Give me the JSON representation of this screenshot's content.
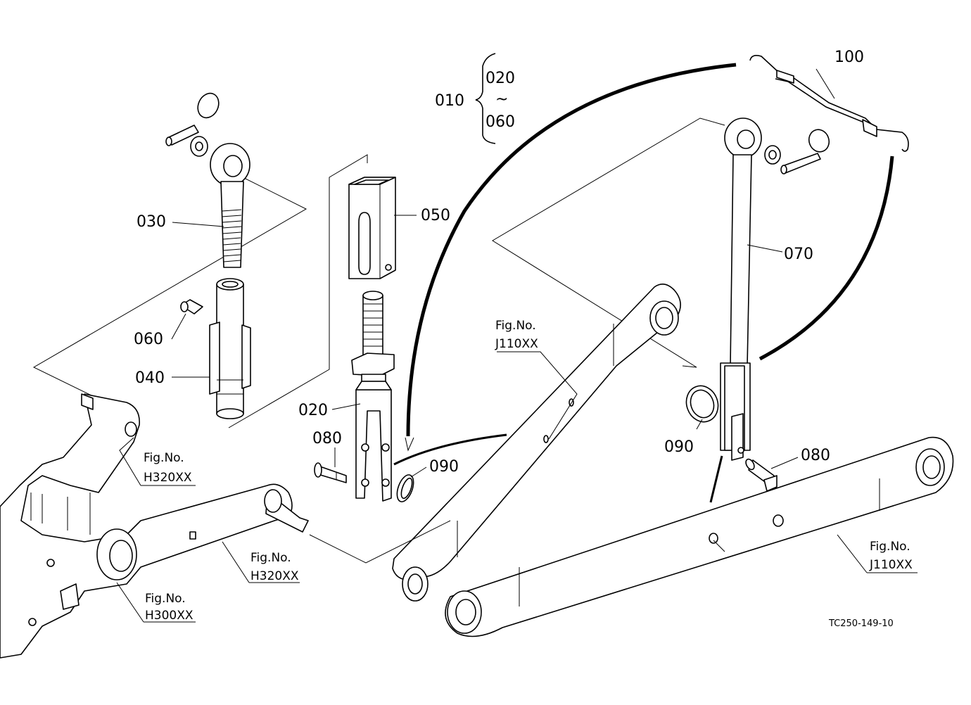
{
  "parts": {
    "p010": "010",
    "p020_range_start": "020",
    "p020_range_sep": "~",
    "p060_range_end": "060",
    "p030": "030",
    "p050": "050",
    "p060": "060",
    "p040": "040",
    "p020": "020",
    "p080_left": "080",
    "p090_left": "090",
    "p100": "100",
    "p070": "070",
    "p090_right": "090",
    "p080_right": "080"
  },
  "figure_refs": {
    "j110_upper": {
      "label": "Fig.No.",
      "code": "J110XX"
    },
    "h320_upper": {
      "label": "Fig.No.",
      "code": "H320XX"
    },
    "h320_lower": {
      "label": "Fig.No.",
      "code": "H320XX"
    },
    "h300": {
      "label": "Fig.No.",
      "code": "H300XX"
    },
    "j110_lower": {
      "label": "Fig.No.",
      "code": "J110XX"
    }
  },
  "drawing_code": "TC250-149-10"
}
